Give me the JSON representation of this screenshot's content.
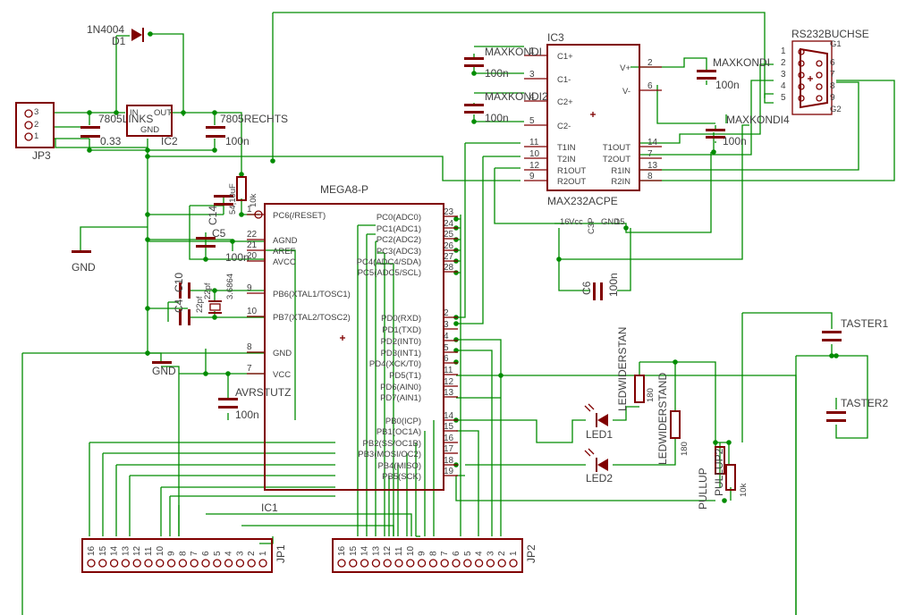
{
  "labels": {
    "d1_type": "1N4004",
    "d1": "D1",
    "reg_left": "7805LINKS",
    "reg_right": "7805RECHTS",
    "reg_in": "IN",
    "reg_out": "OUT",
    "reg_gnd": "GND",
    "ic2": "IC2",
    "jp3": "JP3",
    "c_033": "0.33",
    "c_100n_a": "100n",
    "gnd1": "GND",
    "gnd2": "GND",
    "c14": "C14",
    "c14_val": "54,10uF",
    "r_reset_val": "10k",
    "c5": "C5",
    "c5_val": "100n",
    "c10": "C10",
    "c4": "C4",
    "c22pf_a": "22pf",
    "c22pf_b": "22pf",
    "crystal_val": "3.6864",
    "c_avr": "AVRSTUTZ",
    "c_avr_val": "100n",
    "mega_title": "MEGA8-P",
    "ic1": "IC1",
    "ic3": "IC3",
    "max_title": "MAX232ACPE",
    "maxkondi1": "MAXKONDI",
    "maxkondi2": "MAXKONDI2",
    "maxkondi3": "MAXKONDI",
    "maxkondi4": "MAXKONDI4",
    "mk1_val": "100n",
    "mk2_val": "100n",
    "mk3_val": "100n",
    "mk4_val": "100n",
    "max_vcc": "16",
    "max_vcc_lbl": "Vcc",
    "max_gnd": "GND",
    "max_gnd_num": "15",
    "c3p": "C3P",
    "c6": "C6",
    "c6_val": "100n",
    "rs232": "RS232BUCHSE",
    "g1": "G1",
    "g2": "G2",
    "ledwid1": "LEDWIDERSTAN",
    "ledwid2": "LEDWIDERSTAND",
    "r180a": "180",
    "r180b": "180",
    "led1": "LED1",
    "led2": "LED2",
    "pullup": "PULLUP",
    "pullup2": "PULLUP2",
    "r10k": "10k",
    "taster1": "TASTER1",
    "taster2": "TASTER2",
    "jp1": "JP1",
    "jp2": "JP2"
  },
  "mega_left": [
    {
      "num": "1",
      "name": "PC6(/RESET)"
    },
    {
      "num": "22",
      "name": "AGND"
    },
    {
      "num": "21",
      "name": "AREF"
    },
    {
      "num": "20",
      "name": "AVCC"
    },
    {
      "num": "9",
      "name": "PB6(XTAL1/TOSC1)"
    },
    {
      "num": "10",
      "name": "PB7(XTAL2/TOSC2)"
    },
    {
      "num": "8",
      "name": "GND"
    },
    {
      "num": "7",
      "name": "VCC"
    }
  ],
  "mega_right": [
    {
      "num": "23",
      "name": "PC0(ADC0)"
    },
    {
      "num": "24",
      "name": "PC1(ADC1)"
    },
    {
      "num": "25",
      "name": "PC2(ADC2)"
    },
    {
      "num": "26",
      "name": "PC3(ADC3)"
    },
    {
      "num": "27",
      "name": "PC4(ADC4/SDA)"
    },
    {
      "num": "28",
      "name": "PC5(ADC5/SCL)"
    },
    {
      "num": "2",
      "name": "PD0(RXD)"
    },
    {
      "num": "3",
      "name": "PD1(TXD)"
    },
    {
      "num": "4",
      "name": "PD2(INT0)"
    },
    {
      "num": "5",
      "name": "PD3(INT1)"
    },
    {
      "num": "6",
      "name": "PD4(XCK/T0)"
    },
    {
      "num": "11",
      "name": "PD5(T1)"
    },
    {
      "num": "12",
      "name": "PD6(AIN0)"
    },
    {
      "num": "13",
      "name": "PD7(AIN1)"
    },
    {
      "num": "14",
      "name": "PB0(ICP)"
    },
    {
      "num": "15",
      "name": "PB1(OC1A)"
    },
    {
      "num": "16",
      "name": "PB2(SS/OC1B)"
    },
    {
      "num": "17",
      "name": "PB3(MOSI/OC2)"
    },
    {
      "num": "18",
      "name": "PB4(MISO)"
    },
    {
      "num": "19",
      "name": "PB5(SCK)"
    }
  ],
  "max_left": [
    {
      "num": "1",
      "name": "C1+"
    },
    {
      "num": "3",
      "name": "C1-"
    },
    {
      "num": "4",
      "name": "C2+"
    },
    {
      "num": "5",
      "name": "C2-"
    },
    {
      "num": "11",
      "name": "T1IN"
    },
    {
      "num": "10",
      "name": "T2IN"
    },
    {
      "num": "12",
      "name": "R1OUT"
    },
    {
      "num": "9",
      "name": "R2OUT"
    }
  ],
  "max_right": [
    {
      "num": "2",
      "name": "V+"
    },
    {
      "num": "6",
      "name": "V-"
    },
    {
      "num": "14",
      "name": "T1OUT"
    },
    {
      "num": "7",
      "name": "T2OUT"
    },
    {
      "num": "13",
      "name": "R1IN"
    },
    {
      "num": "8",
      "name": "R2IN"
    }
  ],
  "db9_left": [
    "1",
    "2",
    "3",
    "4",
    "5"
  ],
  "db9_right": [
    "6",
    "7",
    "8",
    "9"
  ],
  "header_pins": [
    "16",
    "15",
    "14",
    "13",
    "12",
    "11",
    "10",
    "9",
    "8",
    "7",
    "6",
    "5",
    "4",
    "3",
    "2",
    "1"
  ],
  "jp3_pins": [
    "3",
    "2",
    "1"
  ]
}
